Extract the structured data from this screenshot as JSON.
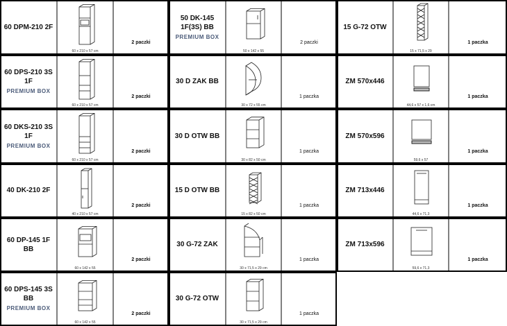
{
  "columns": [
    {
      "items": [
        {
          "name": "60 DPM-210 2F",
          "premium": "",
          "dims": "60 x 210 x 57 cm",
          "packs": "2 paczki",
          "icon": "tall-oven-cabinet-icon"
        },
        {
          "name": "60 DPS-210 3S 1F",
          "premium": "PREMIUM BOX",
          "dims": "60 x 210 x 57 cm",
          "packs": "2 paczki",
          "icon": "tall-drawer-cabinet-icon"
        },
        {
          "name": "60 DKS-210 3S 1F",
          "premium": "PREMIUM BOX",
          "dims": "60 x 210 x 57 cm",
          "packs": "2 paczki",
          "icon": "tall-fridge-cabinet-icon"
        },
        {
          "name": "40 DK-210 2F",
          "premium": "",
          "dims": "40 x 210 x 57 cm",
          "packs": "2 paczki",
          "icon": "tall-narrow-cabinet-icon"
        },
        {
          "name": "60 DP-145 1F BB",
          "premium": "",
          "dims": "60 x 142 x 55",
          "packs": "2 paczki",
          "icon": "mid-oven-cabinet-icon"
        },
        {
          "name": "60 DPS-145 3S BB",
          "premium": "PREMIUM BOX",
          "dims": "60 x 142 x 55",
          "packs": "2 paczki",
          "icon": "mid-drawer-cabinet-icon"
        }
      ]
    },
    {
      "items": [
        {
          "name": "50 DK-145 1F(3S) BB",
          "premium": "PREMIUM BOX",
          "dims": "50 x 142 x 55",
          "packs": "2 paczki",
          "icon": "mid-cabinet-icon"
        },
        {
          "name": "30 D ZAK BB",
          "premium": "",
          "dims": "30 x 72 x 55 cm",
          "packs": "1 paczka",
          "icon": "rounded-end-cabinet-icon"
        },
        {
          "name": "30 D OTW BB",
          "premium": "",
          "dims": "30 x 82 x 50 cm",
          "packs": "1 paczka",
          "icon": "open-shelf-cabinet-icon"
        },
        {
          "name": "15 D OTW BB",
          "premium": "",
          "dims": "15 x 82 x 50 cm",
          "packs": "1 paczka",
          "icon": "wine-rack-cabinet-icon"
        },
        {
          "name": "30 G-72 ZAK",
          "premium": "",
          "dims": "30 x 71,5 x 29 cm",
          "packs": "1 paczka",
          "icon": "corner-wall-shelf-icon"
        },
        {
          "name": "30 G-72 OTW",
          "premium": "",
          "dims": "30 x 71,5 x 29 cm",
          "packs": "1 paczka",
          "icon": "open-wall-shelf-icon"
        }
      ]
    },
    {
      "items": [
        {
          "name": "15 G-72 OTW",
          "premium": "",
          "dims": "15 x 71,5 x 29",
          "packs": "1 paczka",
          "icon": "wall-wine-rack-icon"
        },
        {
          "name": "ZM 570x446",
          "premium": "",
          "dims": "44,6 x 57 x 1,6 cm",
          "packs": "1 paczka",
          "icon": "dishwasher-panel-icon"
        },
        {
          "name": "ZM 570x596",
          "premium": "",
          "dims": "59,6 x 57",
          "packs": "1 paczka",
          "icon": "dishwasher-panel-wide-icon"
        },
        {
          "name": "ZM 713x446",
          "premium": "",
          "dims": "44,6 x 71,3",
          "packs": "1 paczka",
          "icon": "dishwasher-front-narrow-icon"
        },
        {
          "name": "ZM 713x596",
          "premium": "",
          "dims": "59,6 x 71,3",
          "packs": "1 paczka",
          "icon": "dishwasher-front-wide-icon"
        }
      ]
    }
  ]
}
